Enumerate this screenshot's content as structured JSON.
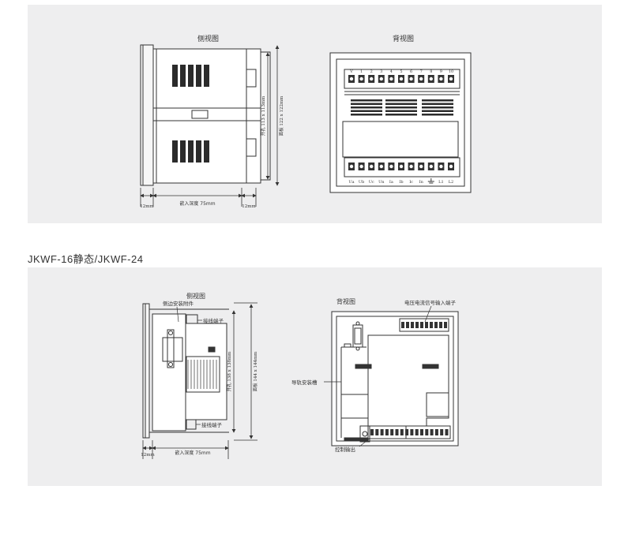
{
  "section1": {
    "side_view_title": "侧视图",
    "back_view_title": "背视图",
    "cutout_label": "开孔 113 x 113mm",
    "panel_label": "面板 122 x 122mm",
    "depth_label": "嵌入深度 75mm",
    "dim_left": "12mm",
    "dim_right": "12mm",
    "top_terminals": [
      "V",
      "1",
      "2",
      "3",
      "4",
      "5",
      "6",
      "7",
      "8",
      "9",
      "10"
    ],
    "bottom_terminals": [
      "Ua",
      "Ub",
      "Uc",
      "Un",
      "Ia",
      "Ib",
      "Ic",
      "In",
      "",
      "L1",
      "L2"
    ]
  },
  "section2": {
    "heading": "JKWF-16静态/JKWF-24",
    "side_view_title": "侧视图",
    "back_view_title": "背视图",
    "side_mount_label": "侧边安装附件",
    "terminal_top_label": "接线端子",
    "terminal_bottom_label": "接线端子",
    "cutout_label": "开孔 138 x 138mm",
    "panel_label": "面板 144 x 144mm",
    "depth_label": "嵌入深度 75mm",
    "dim_left": "12mm",
    "signal_terminal_label": "电压电流信号输入端子",
    "rail_label": "导轨安装槽",
    "control_output_label": "控制输出"
  }
}
